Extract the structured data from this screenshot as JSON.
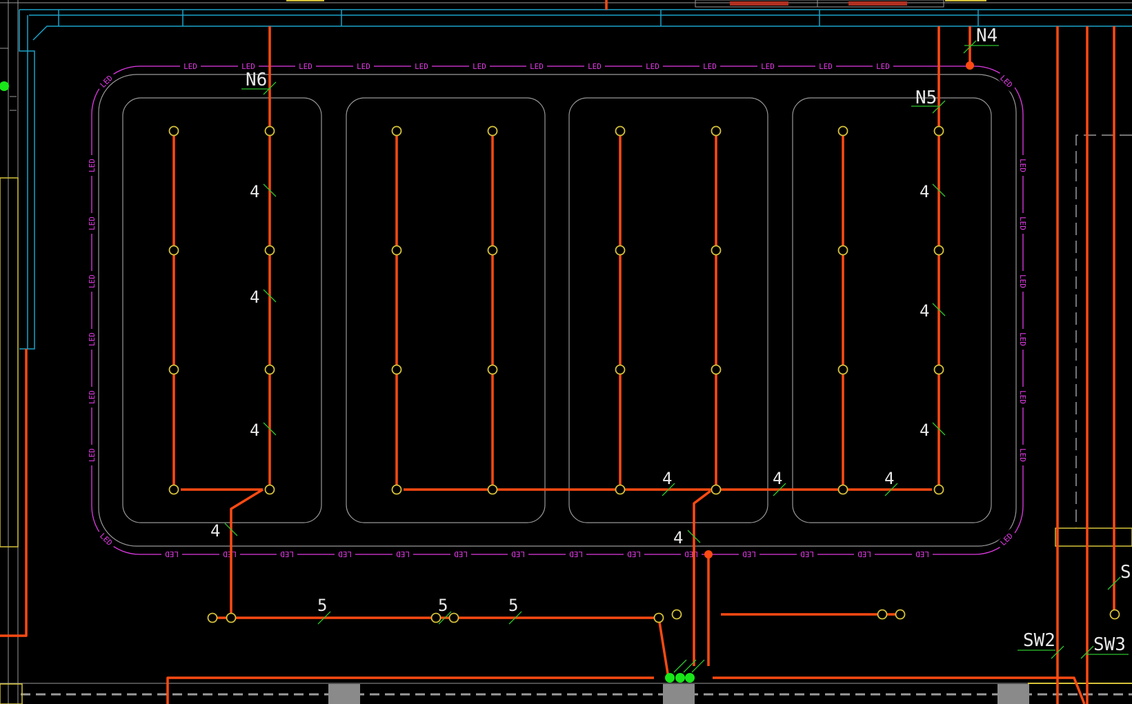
{
  "led_label": "LED",
  "circuit_labels": {
    "n4": "N4",
    "n5": "N5",
    "n6": "N6",
    "sw2": "SW2",
    "sw3": "SW3",
    "s_partial": "S"
  },
  "wire_counts": {
    "four": "4",
    "five": "5"
  },
  "colors": {
    "background": "#000000",
    "wire": "#ff4a12",
    "led_strip": "#e23be6",
    "ceiling_outline": "#9a9a9a",
    "fixture": "#d6c23a",
    "duct": "#1aa3c9",
    "tick": "#2ec42e",
    "junction": "#19e619"
  },
  "icons": [
    "downlight-fixture-icon",
    "junction-box-icon",
    "tick-mark-icon"
  ]
}
